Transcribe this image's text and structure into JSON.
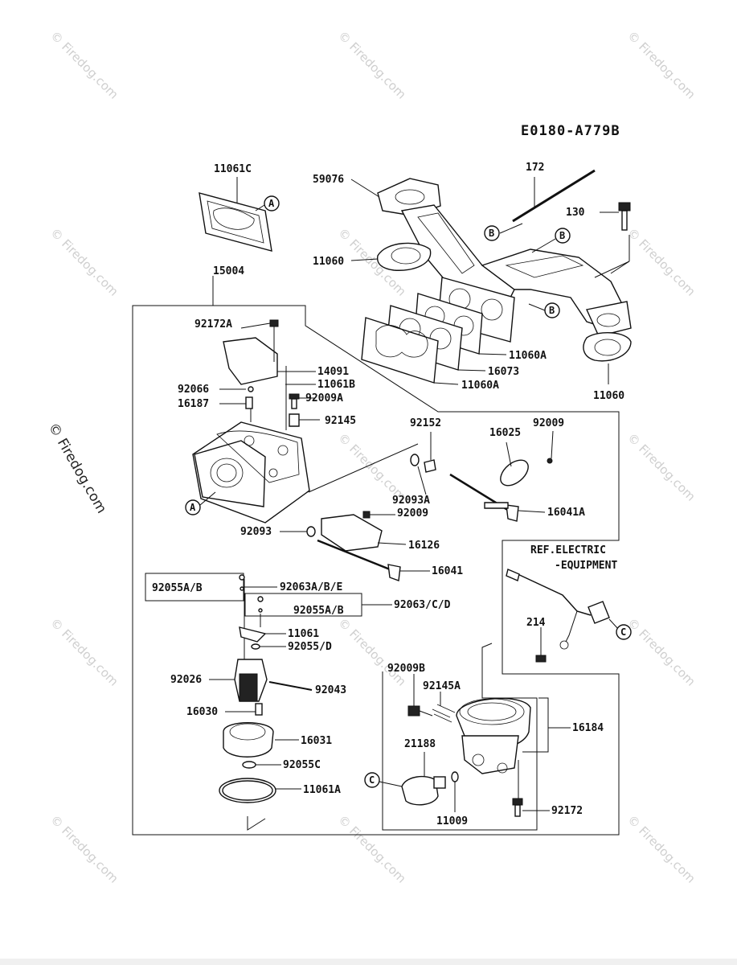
{
  "diagram": {
    "code": "E0180-A779B",
    "watermark": "© Firedog.com",
    "ref_note": [
      "REF.ELECTRIC",
      "-EQUIPMENT"
    ],
    "callouts": [
      "A",
      "B",
      "C"
    ],
    "labels": {
      "p11061C": "11061C",
      "p59076": "59076",
      "p172": "172",
      "p130": "130",
      "p11060_top": "11060",
      "p15004": "15004",
      "p11060A_1": "11060A",
      "p16073": "16073",
      "p11060A_2": "11060A",
      "p11060_right": "11060",
      "p92172A": "92172A",
      "p14091": "14091",
      "p11061B": "11061B",
      "p92066": "92066",
      "p92009A": "92009A",
      "p16187": "16187",
      "p92145": "92145",
      "p92152": "92152",
      "p92009_top": "92009",
      "p16025": "16025",
      "p92093A": "92093A",
      "p92009_mid": "92009",
      "p16041A": "16041A",
      "p92093": "92093",
      "p16126": "16126",
      "p16041": "16041",
      "p92055AB_1": "92055A/B",
      "p92063ABE": "92063A/B/E",
      "p92055AB_2": "92055A/B",
      "p92063CD": "92063/C/D",
      "p11061": "11061",
      "p92055D": "92055/D",
      "p92026": "92026",
      "p92043": "92043",
      "p16030": "16030",
      "p16031": "16031",
      "p92055C": "92055C",
      "p11061A": "11061A",
      "p214": "214",
      "p92009B": "92009B",
      "p92145A": "92145A",
      "p16184": "16184",
      "p21188": "21188",
      "p11009": "11009",
      "p92172": "92172"
    }
  }
}
